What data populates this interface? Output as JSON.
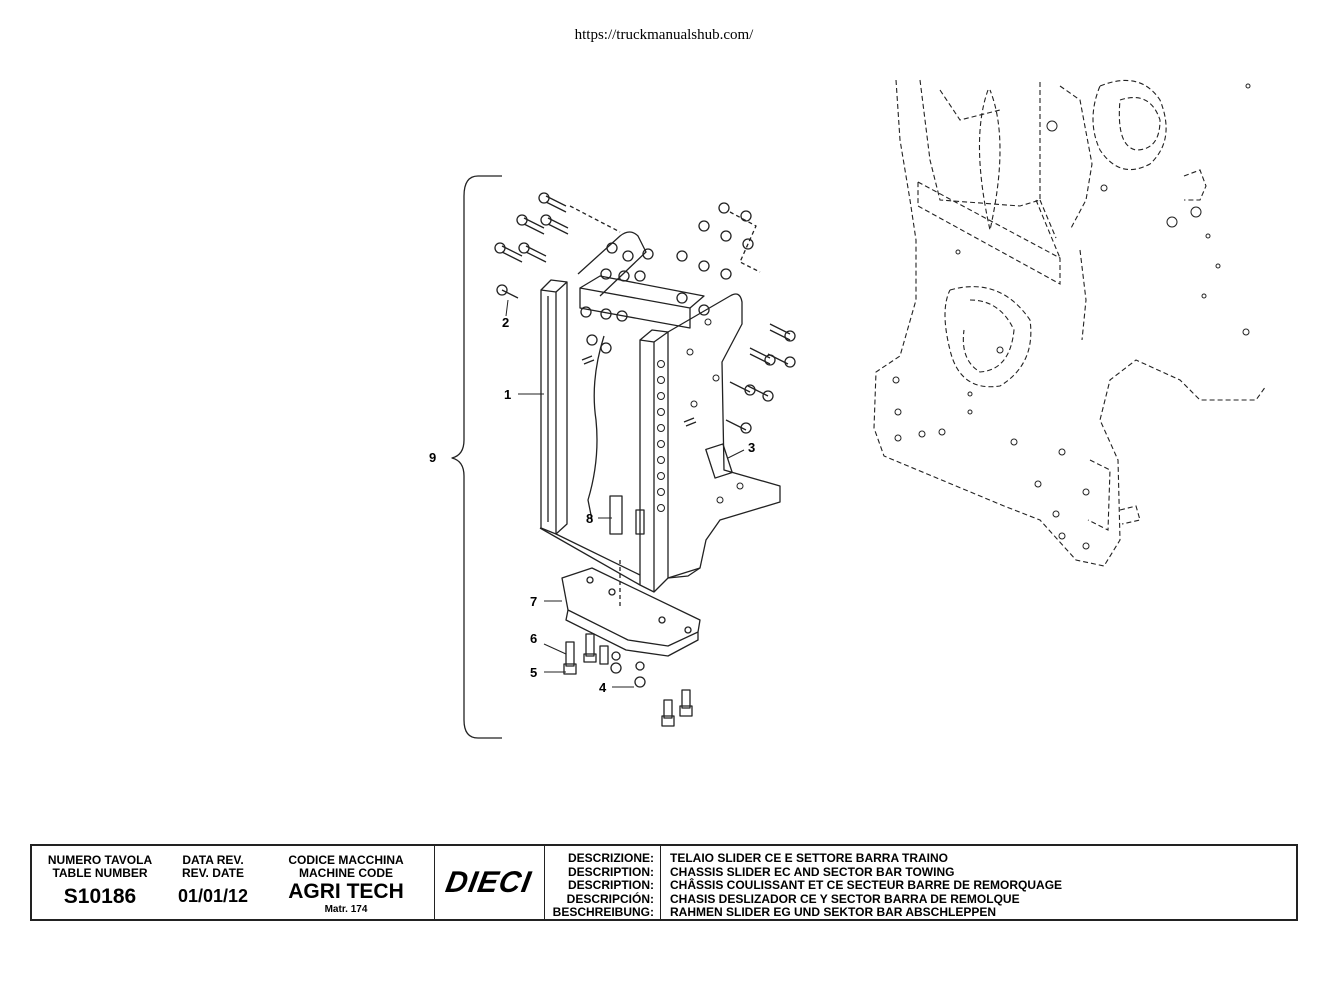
{
  "header": {
    "url": "https://truckmanualshub.com/"
  },
  "callouts": [
    {
      "num": "1"
    },
    {
      "num": "2"
    },
    {
      "num": "3"
    },
    {
      "num": "4"
    },
    {
      "num": "5"
    },
    {
      "num": "6"
    },
    {
      "num": "7"
    },
    {
      "num": "8"
    },
    {
      "num": "9"
    }
  ],
  "title_block": {
    "table_number_label_it": "NUMERO TAVOLA",
    "table_number_label_en": "TABLE NUMBER",
    "table_number": "S10186",
    "rev_date_label_it": "DATA REV.",
    "rev_date_label_en": "REV. DATE",
    "rev_date": "01/01/12",
    "machine_code_label_it": "CODICE MACCHINA",
    "machine_code_label_en": "MACHINE CODE",
    "machine_code": "AGRI TECH",
    "matr": "Matr. 174",
    "logo": "DIECI",
    "descriptions": [
      {
        "label": "DESCRIZIONE:",
        "text": "TELAIO SLIDER CE E SETTORE BARRA TRAINO"
      },
      {
        "label": "DESCRIPTION:",
        "text": "CHASSIS SLIDER EC AND SECTOR BAR TOWING"
      },
      {
        "label": "DESCRIPTION:",
        "text": "CHÂSSIS COULISSANT ET CE SECTEUR BARRE DE REMORQUAGE"
      },
      {
        "label": "DESCRIPCIÓN:",
        "text": "CHASIS DESLIZADOR CE Y SECTOR BARRA DE REMOLQUE"
      },
      {
        "label": "BESCHREIBUNG:",
        "text": "RAHMEN SLIDER EG UND SEKTOR BAR ABSCHLEPPEN"
      }
    ]
  }
}
